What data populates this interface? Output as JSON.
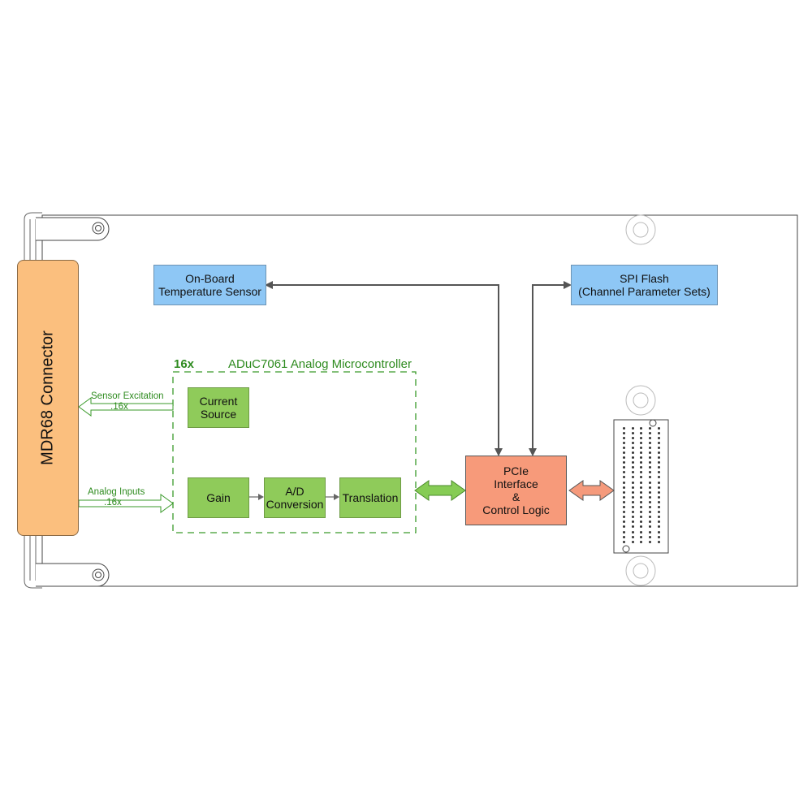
{
  "connector": {
    "label": "MDR68 Connector"
  },
  "temperature_sensor": {
    "label": "On-Board\nTemperature Sensor"
  },
  "spi_flash": {
    "label": "SPI Flash\n(Channel Parameter Sets)"
  },
  "microcontroller": {
    "multiplier": "16x",
    "title": "ADuC7061 Analog Microcontroller",
    "blocks": {
      "current_source": "Current\nSource",
      "gain": "Gain",
      "ad_conversion": "A/D\nConversion",
      "translation": "Translation"
    }
  },
  "pcie": {
    "label": "PCIe\nInterface\n&\nControl Logic"
  },
  "signals": {
    "sensor_excitation": {
      "label": "Sensor Excitation",
      "count": ".16x"
    },
    "analog_inputs": {
      "label": "Analog Inputs",
      "count": ".16x"
    }
  },
  "colors": {
    "blue_block": "#8ec7f5",
    "green_block": "#8fcb5a",
    "pcie_block": "#f79a7a",
    "connector": "#fbbf7e",
    "green_text": "#2e8b1f"
  }
}
